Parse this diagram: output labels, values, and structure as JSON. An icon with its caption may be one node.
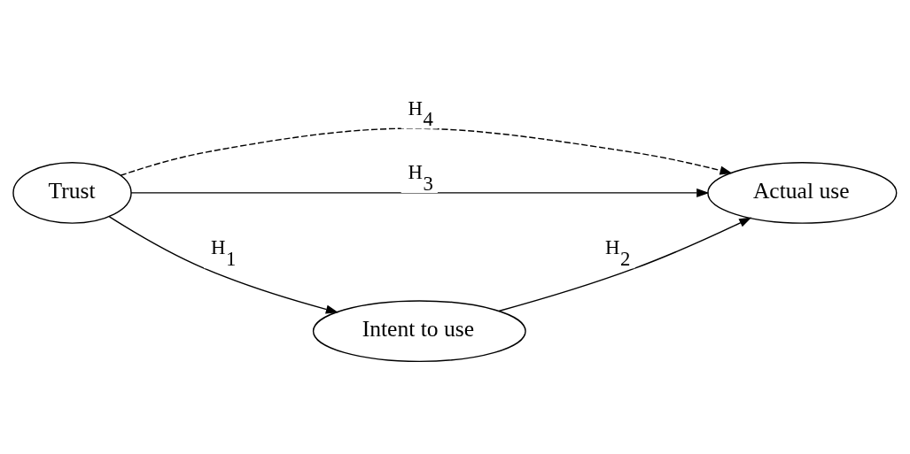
{
  "diagram": {
    "nodes": [
      {
        "text": [
          "Trust"
        ]
      },
      {
        "text": [
          "Actual use"
        ]
      },
      {
        "text": [
          "Intent to use"
        ]
      }
    ],
    "edges": [
      {
        "from": 0,
        "to": 1,
        "arrow": "to",
        "label": "H$_{4}$",
        "style": "dashed"
      },
      {
        "from": 0,
        "to": 1,
        "arrow": "to",
        "label": "H$_{3}$"
      },
      {
        "from": 0,
        "to": 2,
        "arrow": "to",
        "label": "H$_{1}$"
      },
      {
        "from": 2,
        "to": 1,
        "arrow": "to",
        "label": "H$_{2}$"
      }
    ]
  }
}
